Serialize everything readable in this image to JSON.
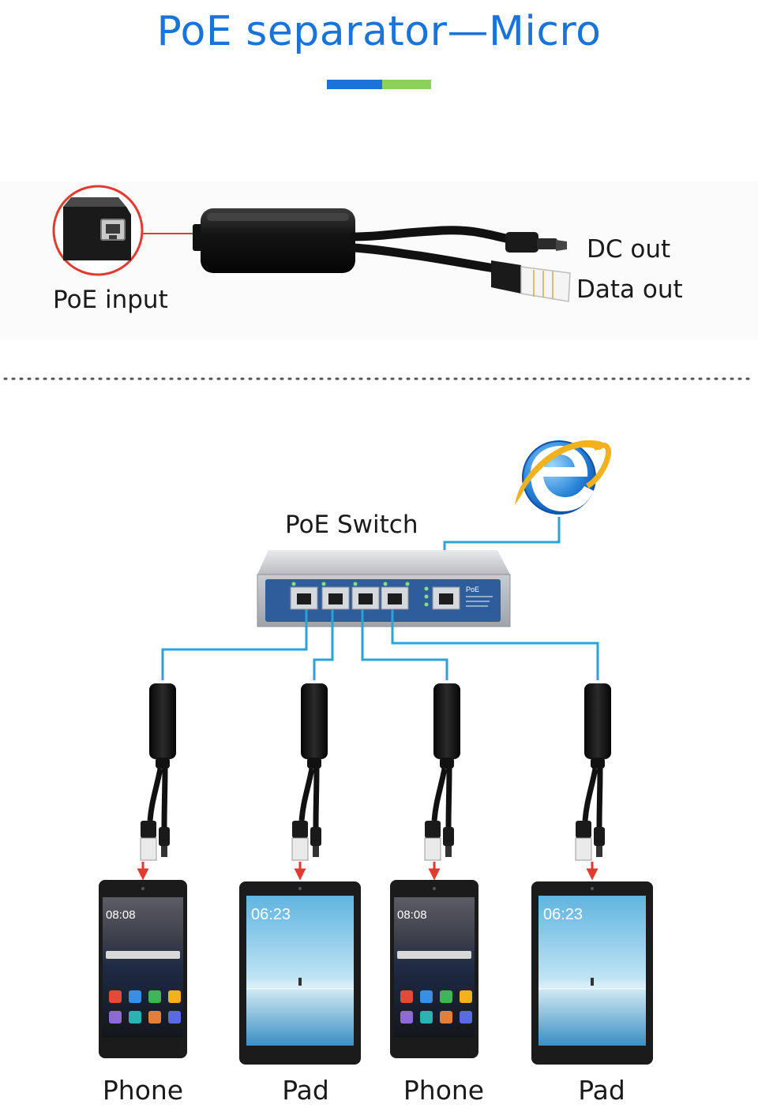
{
  "title": "PoE separator—Micro",
  "colors": {
    "accent_blue": "#1a73d9",
    "accent_green": "#8dd05a",
    "wire": "#2aa3d8",
    "arrow": "#e23a2e",
    "callout": "#e23a2e"
  },
  "product_labels": {
    "input": "PoE input",
    "dc_out": "DC out",
    "data_out": "Data out"
  },
  "network": {
    "switch_label": "PoE Switch",
    "switch_faceplate": "PoE",
    "internet_icon": "browser-e-icon",
    "devices": [
      {
        "label": "Phone",
        "type": "phone"
      },
      {
        "label": "Pad",
        "type": "pad"
      },
      {
        "label": "Phone",
        "type": "phone"
      },
      {
        "label": "Pad",
        "type": "pad"
      }
    ]
  },
  "device_screens": {
    "phone_time": "08:08",
    "pad_time": "06:23"
  }
}
